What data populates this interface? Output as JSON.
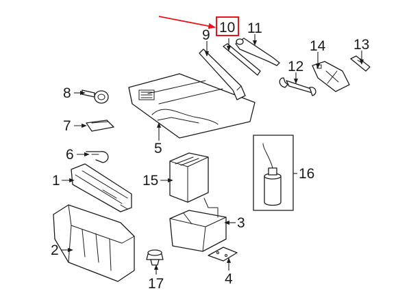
{
  "callouts": [
    {
      "id": "10",
      "label": "10"
    },
    {
      "id": "9",
      "label": "9"
    },
    {
      "id": "11",
      "label": "11"
    },
    {
      "id": "14",
      "label": "14"
    },
    {
      "id": "13",
      "label": "13"
    },
    {
      "id": "12",
      "label": "12"
    },
    {
      "id": "8",
      "label": "8"
    },
    {
      "id": "7",
      "label": "7"
    },
    {
      "id": "5",
      "label": "5"
    },
    {
      "id": "6",
      "label": "6"
    },
    {
      "id": "1",
      "label": "1"
    },
    {
      "id": "15",
      "label": "15"
    },
    {
      "id": "16",
      "label": "16"
    },
    {
      "id": "3",
      "label": "3"
    },
    {
      "id": "2",
      "label": "2"
    },
    {
      "id": "17",
      "label": "17"
    },
    {
      "id": "4",
      "label": "4"
    }
  ],
  "highlight": {
    "target": "10",
    "color": "#e8141b"
  },
  "colors": {
    "line": "#1a1a1a",
    "background": "#ffffff"
  }
}
